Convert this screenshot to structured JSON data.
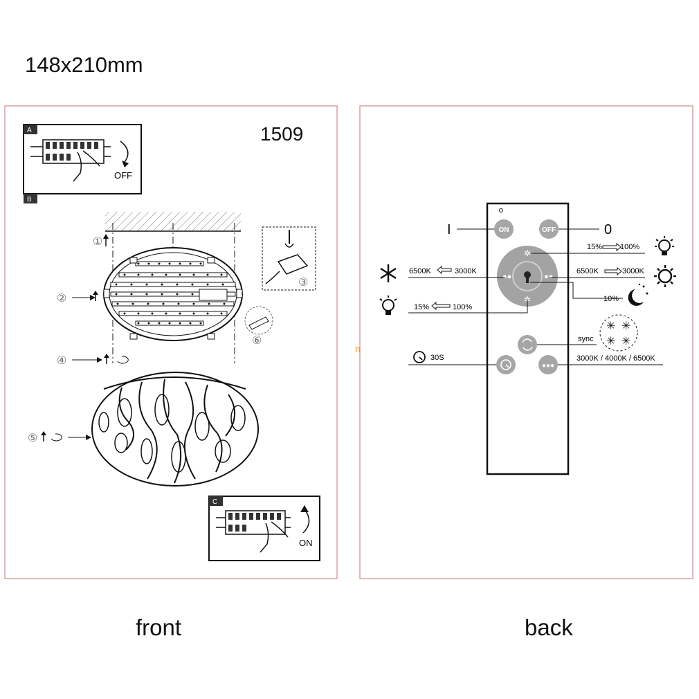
{
  "page": {
    "size_label": "148x210mm",
    "front_label": "front",
    "back_label": "back"
  },
  "front": {
    "model_number": "1509",
    "step_a_corner": "A",
    "step_b_corner": "B",
    "step_c_corner": "C",
    "off_label": "OFF",
    "on_label": "ON",
    "steps": [
      "①",
      "②",
      "③",
      "④",
      "⑤",
      "⑥"
    ]
  },
  "remote": {
    "on_button": "ON",
    "off_button": "OFF",
    "on_symbol": "I",
    "off_symbol": "0",
    "brightness_up": {
      "from": "15%",
      "to": "100%"
    },
    "brightness_down": {
      "from": "15%",
      "to": "100%"
    },
    "warm_range": {
      "from": "6500K",
      "to": "3000K"
    },
    "cool_range": {
      "from": "6500K",
      "to": "3000K"
    },
    "night_light": "10%",
    "sync_label": "sync",
    "timer_label": "30S",
    "cct_steps": "3000K / 4000K / 6500K"
  },
  "colors": {
    "frame": "#d9a0a0",
    "remote_button": "#a6a6a6",
    "dial": "#a3a3a3",
    "accent": "#ff8c1a"
  },
  "icons": {
    "snowflake": "snowflake-icon",
    "sun": "sun-icon",
    "moon": "moon-icon",
    "bulb": "bulb-icon",
    "timer": "timer-icon",
    "sync": "sync-icon"
  }
}
